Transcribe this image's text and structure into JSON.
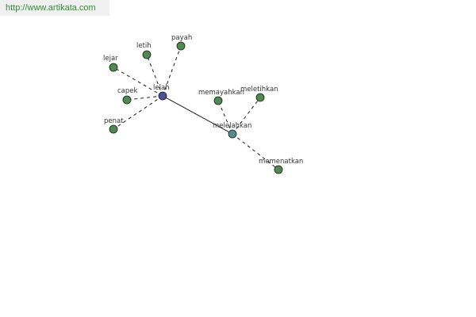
{
  "header": {
    "url": "http://www.artikata.com"
  },
  "colors": {
    "url_text": "#2f8f2f",
    "url_background": "#f0f0f0",
    "center_node": "#4b4f9a",
    "secondary_hub": "#4f8f8f",
    "leaf_node": "#4f8a4f",
    "node_stroke": "#1a1a1a",
    "edge": "#000000"
  },
  "graph": {
    "nodes": [
      {
        "id": "lelah",
        "label": "lelah",
        "kind": "center"
      },
      {
        "id": "payah",
        "label": "payah",
        "kind": "leaf"
      },
      {
        "id": "letih",
        "label": "letih",
        "kind": "leaf"
      },
      {
        "id": "lejar",
        "label": "lejar",
        "kind": "leaf"
      },
      {
        "id": "capek",
        "label": "capek",
        "kind": "leaf"
      },
      {
        "id": "penat",
        "label": "penat",
        "kind": "leaf"
      },
      {
        "id": "melelahkan",
        "label": "melelahkan",
        "kind": "hub"
      },
      {
        "id": "memayahkan",
        "label": "memayahkan",
        "kind": "leaf"
      },
      {
        "id": "meletihkan",
        "label": "meletihkan",
        "kind": "leaf"
      },
      {
        "id": "memenatkan",
        "label": "memenatkan",
        "kind": "leaf"
      }
    ],
    "edges": [
      {
        "from": "lelah",
        "to": "payah",
        "style": "dashed"
      },
      {
        "from": "lelah",
        "to": "letih",
        "style": "dashed"
      },
      {
        "from": "lelah",
        "to": "lejar",
        "style": "dashed"
      },
      {
        "from": "lelah",
        "to": "capek",
        "style": "dashed"
      },
      {
        "from": "lelah",
        "to": "penat",
        "style": "dashed"
      },
      {
        "from": "lelah",
        "to": "melelahkan",
        "style": "solid"
      },
      {
        "from": "melelahkan",
        "to": "memayahkan",
        "style": "dashed"
      },
      {
        "from": "melelahkan",
        "to": "meletihkan",
        "style": "dashed"
      },
      {
        "from": "melelahkan",
        "to": "memenatkan",
        "style": "dashed"
      }
    ]
  }
}
